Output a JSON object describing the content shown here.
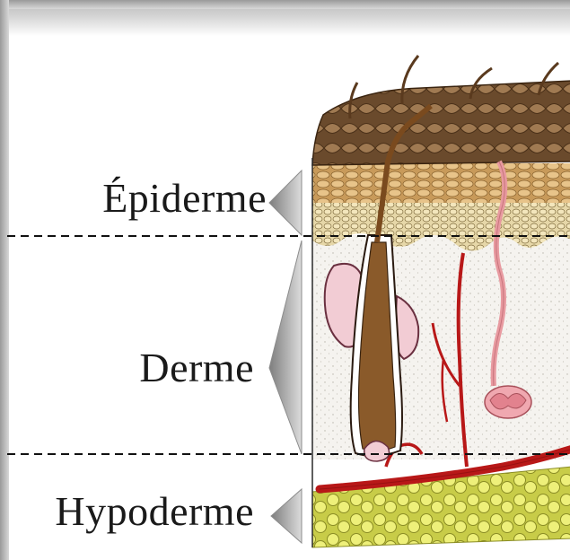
{
  "labels": {
    "epiderme": "Épiderme",
    "derme": "Derme",
    "hypoderme": "Hypoderme"
  },
  "colors": {
    "surface": "#7a5a3a",
    "epiderme_cells": "#d8b278",
    "derme_fill": "#f4f2ee",
    "hair": "#8a5a2a",
    "blood_vessel": "#b81818",
    "sweat_gland": "#e89aa0",
    "sebaceous_gland": "#f0c8d0",
    "fat_cells": "#e6ea6a",
    "bracket": "#a8a8a8",
    "divider": "#111111"
  },
  "icons": {
    "surface": "skin-surface-scales",
    "hair": "hair-follicle-icon",
    "vessel": "blood-vessel-icon",
    "gland": "sweat-gland-icon",
    "fat": "fat-cells-icon"
  }
}
